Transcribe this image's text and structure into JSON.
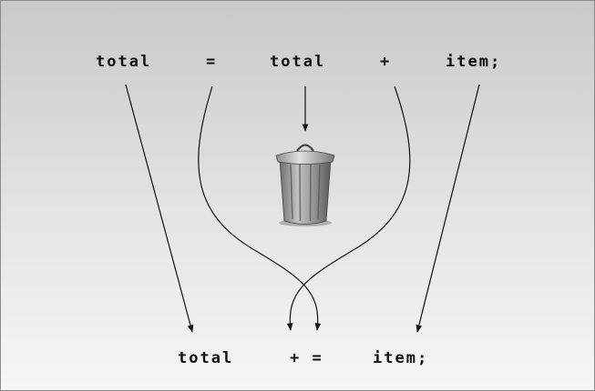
{
  "top_statement": {
    "lhs": "total",
    "assign": "=",
    "operand": "total",
    "plus": "+",
    "item": "item;"
  },
  "bottom_statement": {
    "lhs": "total",
    "compound_op": "+ =",
    "item": "item;"
  },
  "icons": {
    "trash": "trash-can-icon"
  },
  "colors": {
    "ink": "#111111",
    "background_top": "#c9c9c9",
    "background_bottom": "#f6f6f6"
  }
}
